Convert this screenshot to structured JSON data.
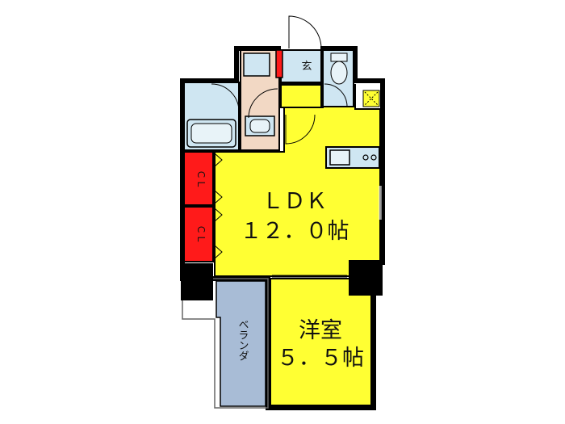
{
  "rooms": {
    "ldk": {
      "name": "ＬＤＫ",
      "size": "１２．０帖"
    },
    "western": {
      "name": "洋室",
      "size": "５．５帖"
    },
    "entrance": "玄",
    "closet_upper": "ＣＬ",
    "closet_lower": "ＣＬ",
    "balcony": "ベランダ"
  },
  "colors": {
    "ldk": "#ffff33",
    "western": "#ffff33",
    "wet_area": "#cfe6f2",
    "washroom": "#f2d8c4",
    "closet": "#ff1a1a",
    "balcony": "#a8bcd6",
    "pillar": "#000000",
    "wall": "#000000"
  }
}
